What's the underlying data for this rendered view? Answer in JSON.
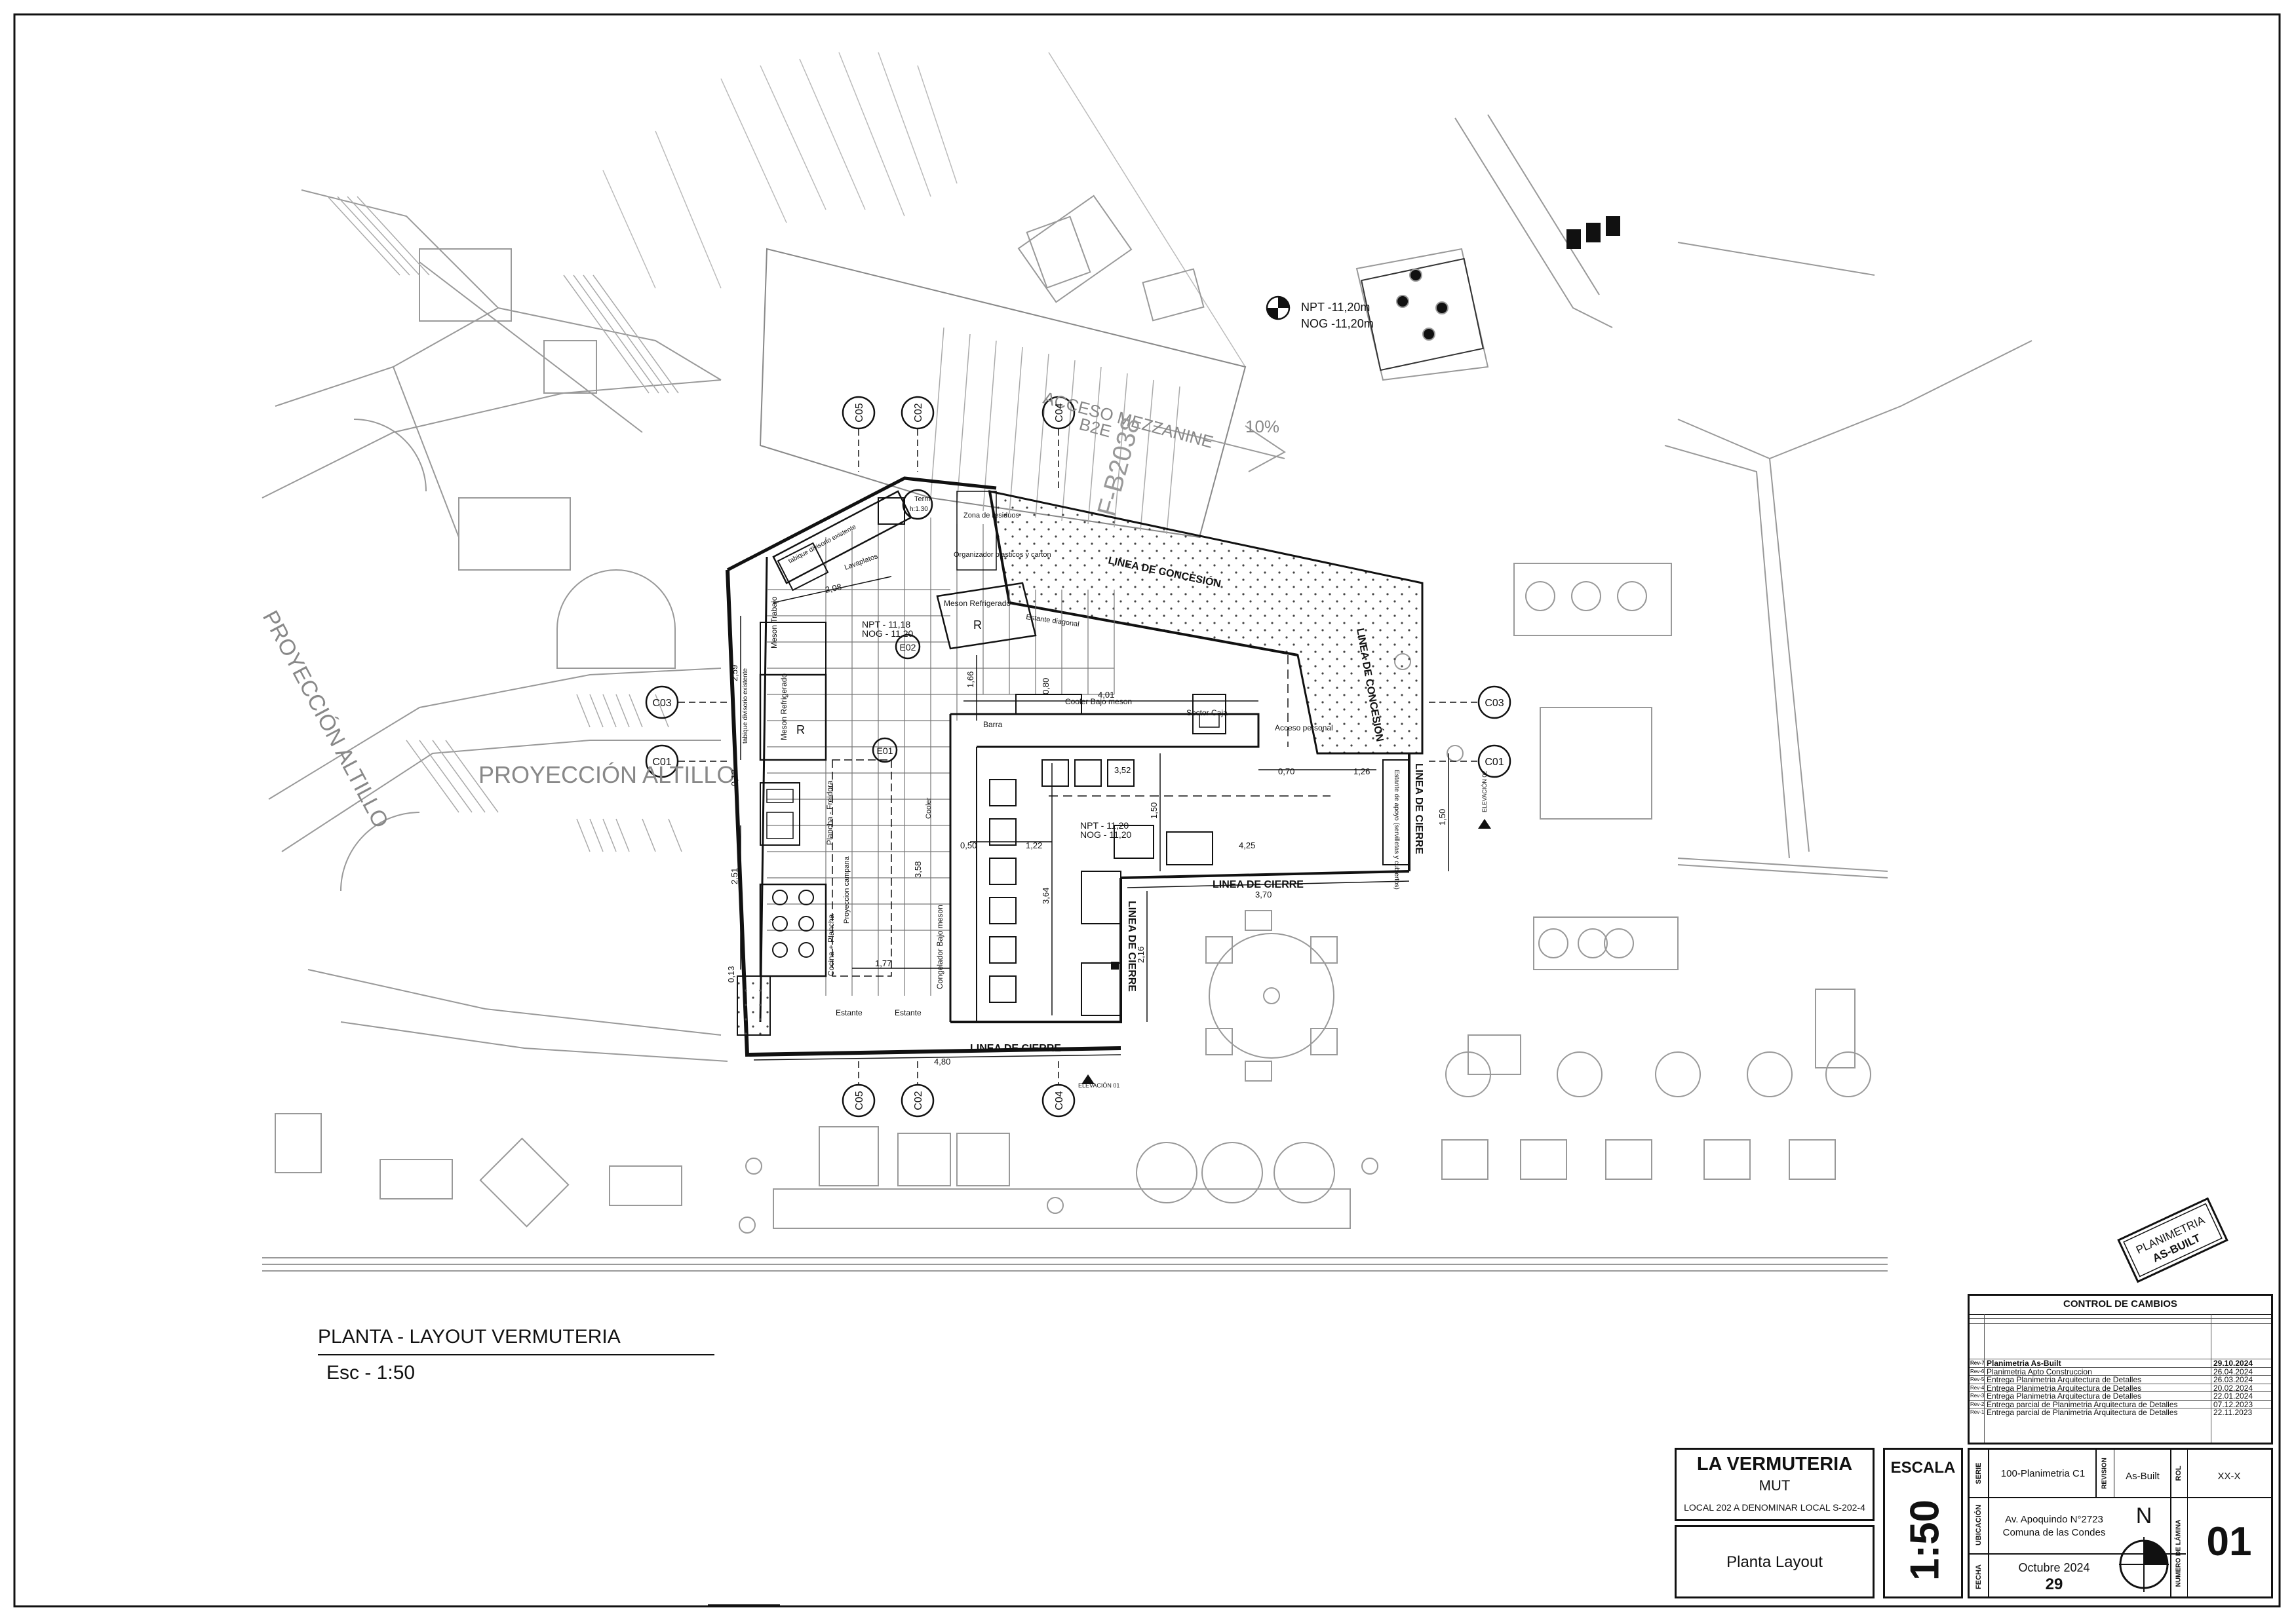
{
  "plan": {
    "title": "PLANTA - LAYOUT VERMUTERIA",
    "scale_label": "Esc -  1:50",
    "labels": {
      "proyeccion_altillo_1": "PROYECCIÓN ALTILLO",
      "proyeccion_altillo_2": "PROYECCIÓN ALTILLO",
      "acceso_mezzanine": "ACCESO MEZZANINE",
      "b2e": "B2E",
      "f_b2038": "F-B2038",
      "percent": "10%",
      "npt_top": "NPT -11,20m",
      "nog_top": "NOG -11,20m",
      "linea_concesion_1": "LINEA DE CONCESIÓN",
      "linea_concesion_2": "LINEA DE CONCESIÓN",
      "linea_cierre_bottom": "LINEA DE CIERRE",
      "linea_cierre_mid": "LINEA DE CIERRE",
      "linea_cierre_vert": "LINEA DE CIERRE",
      "linea_cierre_right": "LINEA DE CIERRE",
      "npt_1": "NPT - 11,18",
      "nog_1": "NOG - 11,20",
      "npt_2": "NPT - 11,20",
      "nog_2": "NOG - 11,20",
      "barra": "Barra",
      "cooler": "Cooler Bajo meson",
      "sector_caja": "Sector Caja",
      "acceso_personal": "Acceso personal",
      "meson_trabajo": "Meson Trabajo",
      "meson_refrigerado_left": "Meson Refrigerado",
      "meson_refrigerado_top": "Meson Refrigerado",
      "zona_residuos": "Zona de residuos",
      "organizador": "Organizador plasticos y carton",
      "term": "Term",
      "term_h": "h:1.30",
      "lavaplatos": "Lavaplatos",
      "estante_1": "Estante",
      "estante_2": "Estante",
      "estante_3": "Estante diagonal",
      "estante_apoyo": "Estante de apoyo (servilletas y cubiertos)",
      "cocina_plancha": "Cocina + Plancha",
      "plancha_freidora": "Plancha - Freidora",
      "proyeccion_campana": "Proyeccion campana",
      "congelador": "Congelador Bajo meson",
      "cooler_v": "Cooler",
      "tabique": "tabique divisorio existente",
      "tabique_2": "tabique divisorio existente",
      "r1": "R",
      "r2": "R",
      "elevacion_1": "ELEVACIÓN 01",
      "elevacion_2": "ELEVACIÓN 02"
    },
    "dims": {
      "d_480": "4,80",
      "d_401": "4,01",
      "d_370": "3,70",
      "d_352": "3,52",
      "d_425": "4,25",
      "d_364": "3,64",
      "d_358": "3,58",
      "d_259": "2,59",
      "d_251": "2,51",
      "d_216": "2,16",
      "d_208": "2,08",
      "d_177": "1,77",
      "d_150a": "1,50",
      "d_150b": "1,50",
      "d_126": "1,26",
      "d_122": "1,22",
      "d_070": "0,70",
      "d_050": "0,50",
      "d_080": "0,80",
      "d_013a": "0,13",
      "d_013b": "0,13",
      "d_166": "1,66"
    },
    "markers": {
      "c05_top": "C05",
      "c02_top": "C02",
      "c04_top": "C04",
      "c05_bot": "C05",
      "c02_bot": "C02",
      "c04_bot": "C04",
      "c03_left": "C03",
      "c03_right": "C03",
      "c01_left": "C01",
      "c01_right": "C01",
      "e01": "E01",
      "e02": "E02"
    }
  },
  "stamp": {
    "line1": "PLANIMETRIA",
    "line2": "AS-BUILT"
  },
  "control_cambios": {
    "title": "CONTROL DE CAMBIOS",
    "rows": [
      {
        "rev": "Rev-7",
        "desc": "Planimetria As-Built",
        "date": "29.10.2024",
        "bold": true
      },
      {
        "rev": "Rev-6",
        "desc": "Planimetria Apto Construccion",
        "date": "26.04.2024",
        "bold": false
      },
      {
        "rev": "Rev-5",
        "desc": "Entrega Planimetria Arquitectura de Detalles",
        "date": "26.03.2024",
        "bold": false
      },
      {
        "rev": "Rev-4",
        "desc": "Entrega Planimetria Arquitectura de Detalles",
        "date": "20.02.2024",
        "bold": false
      },
      {
        "rev": "Rev-3",
        "desc": "Entrega Planimetria Arquitectura de Detalles",
        "date": "22.01.2024",
        "bold": false
      },
      {
        "rev": "Rev-2",
        "desc": "Entrega parcial de Planimetria Arquitectura de Detalles",
        "date": "07.12.2023",
        "bold": false
      },
      {
        "rev": "Rev-1",
        "desc": "Entrega parcial de Planimetria Arquitectura de Detalles",
        "date": "22.11.2023",
        "bold": false
      }
    ]
  },
  "title_block": {
    "project": "LA VERMUTERIA",
    "client": "MUT",
    "local": "LOCAL 202 A DENOMINAR LOCAL S-202-4",
    "sheet_name": "Planta Layout",
    "escala_label": "ESCALA",
    "escala_value": "1:50",
    "serie_label": "SERIE",
    "serie_value": "100-Planimetria C1",
    "revision_label": "REVISION",
    "revision_value": "As-Built",
    "rol_label": "ROL",
    "rol_value": "XX-X",
    "ubicacion_label": "UBICACIÓN",
    "ubicacion_line1": "Av. Apoquindo N°2723",
    "ubicacion_line2": "Comuna de las Condes",
    "north": "N",
    "fecha_label": "FECHA",
    "fecha_value": "Octubre 2024",
    "fecha_num": "29",
    "lamina_label": "NUMERO DE LÁMINA",
    "lamina_value": "01"
  }
}
